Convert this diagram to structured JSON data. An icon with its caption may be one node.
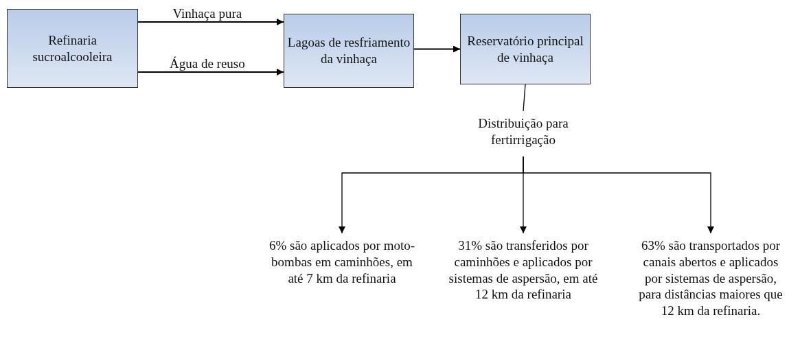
{
  "diagram": {
    "nodes": [
      {
        "text": [
          "Refinaria sucroalcooleira"
        ]
      },
      {
        "text": [
          "Lagoas de resfriamento da vinhaça"
        ]
      },
      {
        "text": [
          "Reservatório principal de vinhaça"
        ]
      },
      {
        "text": [
          "Distribuição para fertirrigação"
        ]
      },
      {
        "text": [
          "6% são aplicados por moto-bombas em caminhões, em até 7 km da refinaria"
        ]
      },
      {
        "text": [
          "31% são transferidos por caminhões e aplicados por sistemas de aspersão, em até 12 km da refinaria"
        ]
      },
      {
        "text": [
          "63% são transportados por canais abertos e aplicados por sistemas de aspersão, para distâncias maiores que 12 km da refinaria."
        ]
      }
    ],
    "edges": [
      {
        "from": 0,
        "to": 1,
        "arrow": "to",
        "label": "Vinhaça pura"
      },
      {
        "from": 0,
        "to": 1,
        "arrow": "to",
        "label": "Água de reuso"
      },
      {
        "from": 1,
        "to": 2,
        "arrow": "to"
      },
      {
        "from": 2,
        "to": 3,
        "arrow": "none"
      },
      {
        "from": 3,
        "to": 4,
        "arrow": "to"
      },
      {
        "from": 3,
        "to": 5,
        "arrow": "to"
      },
      {
        "from": 3,
        "to": 6,
        "arrow": "to"
      }
    ]
  }
}
